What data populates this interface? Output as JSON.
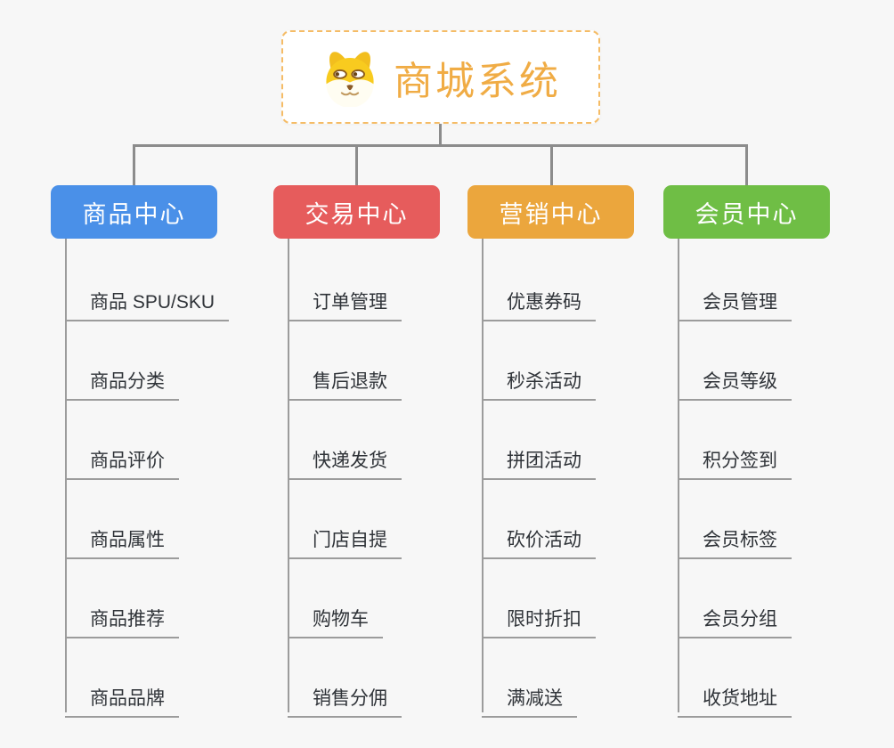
{
  "app": {
    "background_color": "#F7F7F7",
    "connector_color": "#8C8C8C",
    "child_line_color": "#9C9C9C",
    "child_text_color": "#2F3338"
  },
  "root": {
    "title": "商城系统",
    "icon": "dog-face-icon",
    "text_color": "#F0AC45",
    "border_color": "#F5BC66"
  },
  "branches": [
    {
      "label": "商品中心",
      "color": "#4A90E8",
      "children": [
        "商品 SPU/SKU",
        "商品分类",
        "商品评价",
        "商品属性",
        "商品推荐",
        "商品品牌"
      ]
    },
    {
      "label": "交易中心",
      "color": "#E65C5C",
      "children": [
        "订单管理",
        "售后退款",
        "快递发货",
        "门店自提",
        "购物车",
        "销售分佣"
      ]
    },
    {
      "label": "营销中心",
      "color": "#EBA63D",
      "children": [
        "优惠券码",
        "秒杀活动",
        "拼团活动",
        "砍价活动",
        "限时折扣",
        "满减送"
      ]
    },
    {
      "label": "会员中心",
      "color": "#6FBE45",
      "children": [
        "会员管理",
        "会员等级",
        "积分签到",
        "会员标签",
        "会员分组",
        "收货地址"
      ]
    }
  ]
}
